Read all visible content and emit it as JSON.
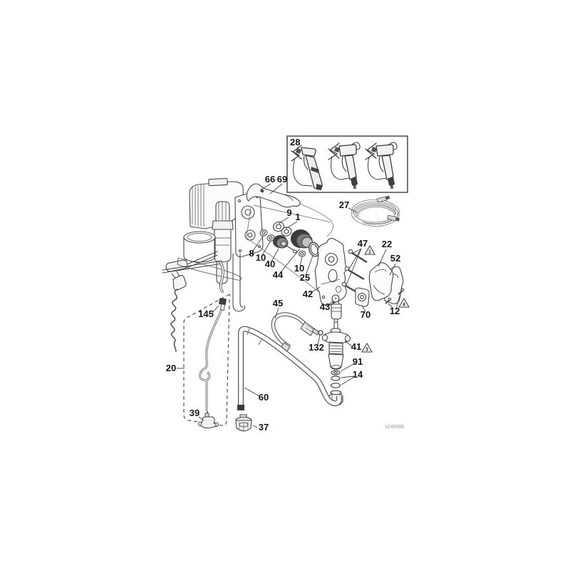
{
  "diagram": {
    "watermark": "ti24098b",
    "line_color": "#4a4a4a",
    "background": "#ffffff"
  },
  "callouts": [
    {
      "label": "28"
    },
    {
      "label": "66"
    },
    {
      "label": "69"
    },
    {
      "label": "27"
    },
    {
      "label": "9"
    },
    {
      "label": "1"
    },
    {
      "label": "8"
    },
    {
      "label": "10"
    },
    {
      "label": "40"
    },
    {
      "label": "44"
    },
    {
      "label": "10"
    },
    {
      "label": "25"
    },
    {
      "label": "47"
    },
    {
      "label": "22"
    },
    {
      "label": "52"
    },
    {
      "label": "12"
    },
    {
      "label": "70"
    },
    {
      "label": "43"
    },
    {
      "label": "42"
    },
    {
      "label": "45"
    },
    {
      "label": "132"
    },
    {
      "label": "41"
    },
    {
      "label": "91"
    },
    {
      "label": "14"
    },
    {
      "label": "145"
    },
    {
      "label": "20"
    },
    {
      "label": "60"
    },
    {
      "label": "37"
    },
    {
      "label": "39"
    }
  ],
  "warning_triangles": [
    {
      "glyph": "1"
    },
    {
      "glyph": "4"
    },
    {
      "glyph": "3"
    }
  ]
}
